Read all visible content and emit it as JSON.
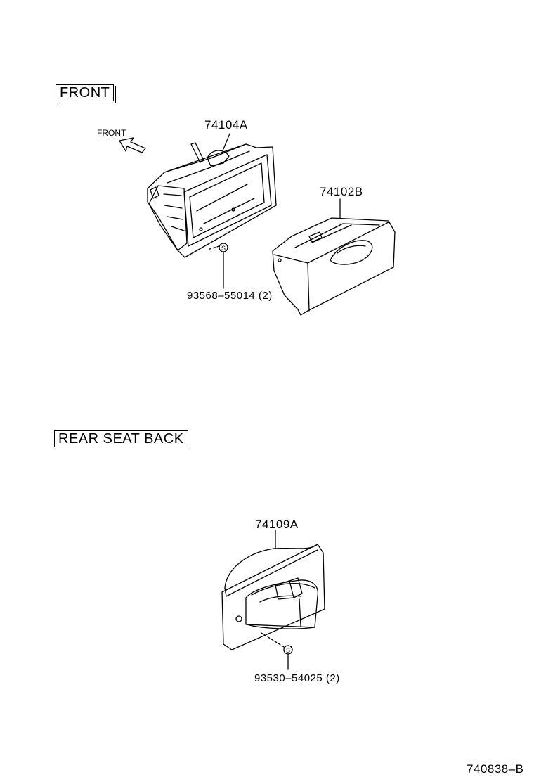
{
  "sections": [
    {
      "id": "front",
      "label": "FRONT"
    },
    {
      "id": "rear",
      "label": "REAR SEAT BACK"
    }
  ],
  "direction_label": "FRONT",
  "parts": [
    {
      "id": "p1",
      "number": "74104A"
    },
    {
      "id": "p2",
      "number": "74102B"
    },
    {
      "id": "p3",
      "number": "93568–55014 (2)"
    },
    {
      "id": "p4",
      "number": "74109A"
    },
    {
      "id": "p5",
      "number": "93530–54025 (2)"
    }
  ],
  "screw_symbol": "S",
  "diagram_code": "740838–B"
}
